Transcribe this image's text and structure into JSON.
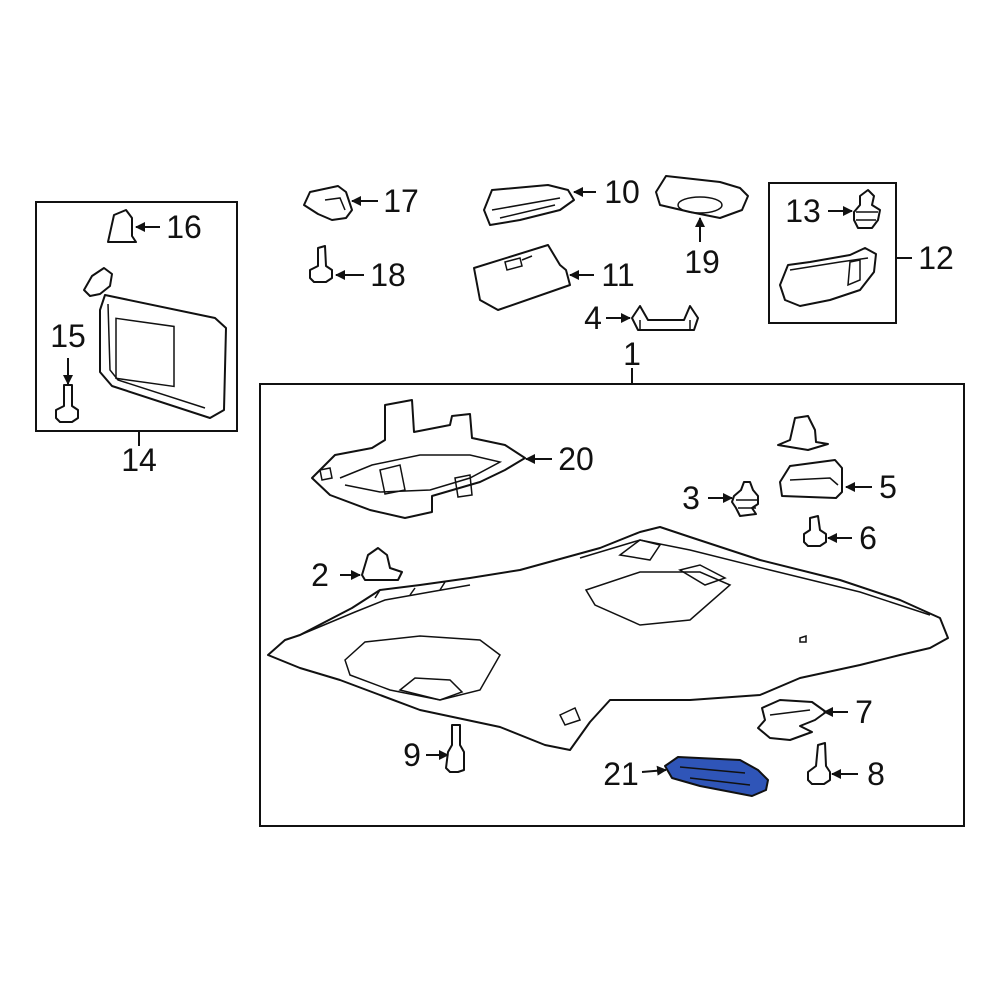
{
  "diagram": {
    "callouts": {
      "c1": "1",
      "c2": "2",
      "c3": "3",
      "c4": "4",
      "c5": "5",
      "c6": "6",
      "c7": "7",
      "c8": "8",
      "c9": "9",
      "c10": "10",
      "c11": "11",
      "c12": "12",
      "c13": "13",
      "c14": "14",
      "c15": "15",
      "c16": "16",
      "c17": "17",
      "c18": "18",
      "c19": "19",
      "c20": "20",
      "c21": "21"
    },
    "colors": {
      "highlight": "#2f55b8",
      "line": "#111111",
      "background": "#ffffff"
    },
    "highlighted_part": "21"
  }
}
